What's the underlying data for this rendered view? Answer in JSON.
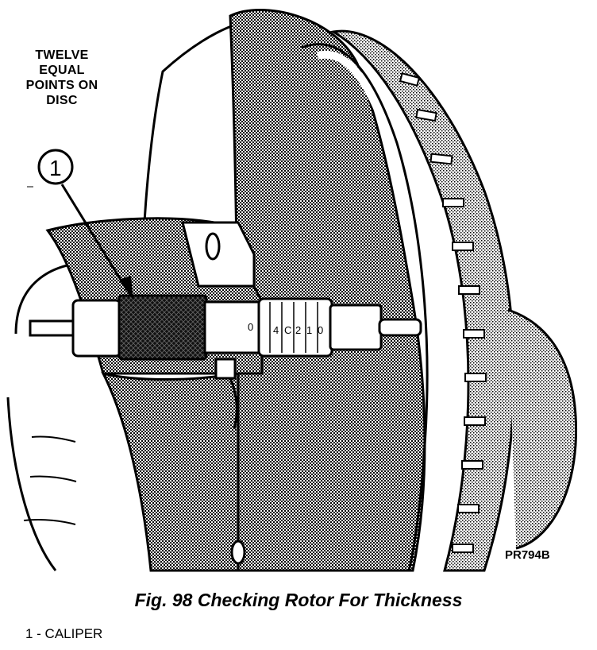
{
  "figure": {
    "note_lines": [
      "TWELVE",
      "EQUAL",
      "POINTS ON",
      "DISC"
    ],
    "callout_number": "1",
    "drawing_code": "PR794B",
    "micrometer_marks": [
      "0",
      "4",
      "C",
      "2",
      "1",
      "0"
    ]
  },
  "caption": "Fig. 98 Checking Rotor For Thickness",
  "legend": [
    {
      "text": "1 - CALIPER"
    }
  ],
  "colors": {
    "ink": "#000000",
    "paper": "#ffffff",
    "tone": "#8c8c8c"
  }
}
